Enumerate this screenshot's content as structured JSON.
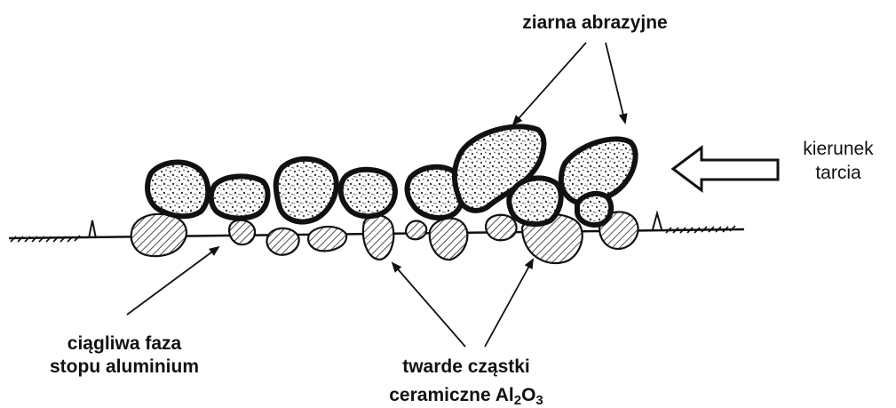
{
  "labels": {
    "abrasive_grains": "ziarna abrazyjne",
    "friction_direction_line1": "kierunek",
    "friction_direction_line2": "tarcia",
    "ductile_phase_line1": "ciągliwa faza",
    "ductile_phase_line2": "stopu aluminium",
    "hard_particles_line1": "twarde cząstki",
    "hard_particles_line2_prefix": "ceramiczne Al",
    "hard_particles_sub1": "2",
    "hard_particles_mid": "O",
    "hard_particles_sub2": "3"
  }
}
